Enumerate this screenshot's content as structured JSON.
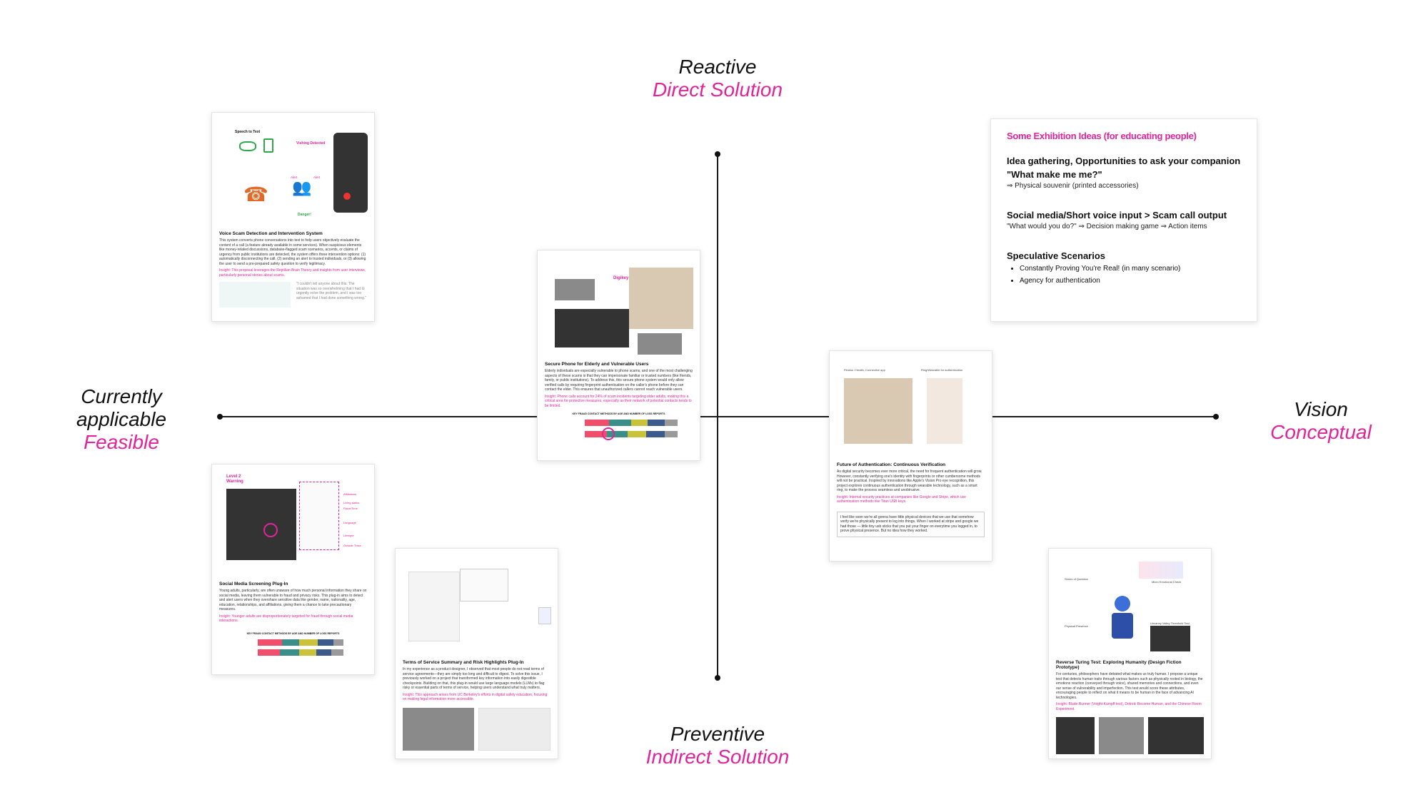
{
  "axes": {
    "top": {
      "main": "Reactive",
      "sub": "Direct Solution"
    },
    "bottom": {
      "main": "Preventive",
      "sub": "Indirect Solution"
    },
    "left": {
      "line1": "Currently",
      "line2": "applicable",
      "sub": "Feasible"
    },
    "right": {
      "main": "Vision",
      "sub": "Conceptual"
    }
  },
  "colors": {
    "accent": "#e0249a",
    "axis": "#1a1a1a"
  },
  "cards": {
    "voice_scam": {
      "title": "Voice Scam Detection and Intervention System",
      "labels": {
        "speech": "Speech to Text",
        "vishing": "Vishing Detected",
        "alert1": "Alert",
        "alert2": "Alert",
        "danger": "Danger!"
      },
      "body": "This system converts phone conversations into text to help users objectively evaluate the content of a call (a feature already available in some services). When suspicious elements like money-related discussions, database-flagged scam scenarios, accents, or claims of urgency from public institutions are detected, the system offers three intervention options: (1) automatically disconnecting the call, (2) sending an alert to trusted individuals, or (3) allowing the user to send a pre-prepared safety question to verify legitimacy.",
      "insight": "Insight: This proposal leverages the Reptilian Brain Theory and insights from user interviews, particularly personal stories about scams.",
      "quote": "\"I couldn't tell anyone about this. The situation was so overwhelming that I had to urgently solve the problem, and I was too ashamed that I had done something wrong.\""
    },
    "secure_phone": {
      "title": "Secure Phone for Elderly and Vulnerable Users",
      "tag": "Digikey",
      "body": "Elderly individuals are especially vulnerable to phone scams, and one of the most challenging aspects of these scams is that they can impersonate familiar or trusted numbers (like friends, family, or public institutions). To address this, this secure phone system would only allow verified calls by requiring fingerprint authentication on the caller's phone before they can contact the elder. This ensures that unauthorized callers cannot reach vulnerable users.",
      "insight": "Insight: Phone calls account for 24% of scam incidents targeting older adults, making this a critical area for protective measures, especially as their network of potential contacts tends to be limited.",
      "chart_title": "KEY FRAUD CONTACT METHODS BY AGE AND NUMBER OF LOSS REPORTS"
    },
    "social_media": {
      "title": "Social Media Screening Plug-In",
      "warning": "Level 2 Warning",
      "tags": [
        "Affiliations",
        "Living status",
        "Place/Time",
        "Language",
        "Lifestyle",
        "Outside Trace"
      ],
      "body": "Young adults, particularly, are often unaware of how much personal information they share on social media, leaving them vulnerable to fraud and privacy risks. This plug-in aims to detect and alert users when they overshare sensitive data like gender, name, nationality, age, education, relationships, and affiliations, giving them a chance to take precautionary measures.",
      "insight": "Insight: Younger adults are disproportionately targeted for fraud through social media interactions.",
      "chart_title": "KEY FRAUD CONTACT METHODS BY AGE AND NUMBER OF LOSS REPORTS"
    },
    "terms": {
      "title": "Terms of Service Summary and Risk Highlights Plug-In",
      "body": "In my experience as a product designer, I observed that most people do not read terms of service agreements—they are simply too long and difficult to digest. To solve this issue, I previously worked on a project that transformed key information into easily digestible checkpoints. Building on that, this plug-in would use large language models (LLMs) to flag risky or essential parts of terms of service, helping users understand what truly matters.",
      "insight": "Insight: This approach arises from UC Berkeley's efforts in digital safety education, focusing on making legal information more accessible."
    },
    "auth": {
      "title": "Future of Authentication: Continuous Verification",
      "label1": "Fitness / Health, Connective app",
      "label2": "Ring/Wearable for authentication",
      "body": "As digital security becomes ever more critical, the need for frequent authentication will grow. However, constantly verifying one's identity with fingerprints or other cumbersome methods will not be practical. Inspired by innovations like Apple's Vision Pro eye recognition, this project explores continuous authentication through wearable technology, such as a smart ring, to make the process seamless and unobtrusive.",
      "insight": "Insight: Internal security practices at companies like Google and Stripe, which use authentication methods like Titan USB keys.",
      "quote": "I feel like soon we're all gonna have little physical devices that we use that somehow verify we're physically present to log into things. When I worked at stripe and google we had those — little tiny usb sticks that you put your finger on everytime you logged in, to prove physical presence. But no idea how they worked."
    },
    "turing": {
      "title": "Reverse Turing Test: Exploring Humanity (Design Fiction Prototype)",
      "body": "For centuries, philosophers have debated what makes us truly human. I propose a unique test that detects human traits through various factors such as physically rooted in biology, the emotions reaction (conveyed through voice), shared memories and connections, and even our sense of vulnerability and imperfection. This test would score these attributes, encouraging people to reflect on what it means to be human in the face of advancing AI technologies.",
      "insight": "Insight: Blade Runner (Voight-Kampff test), Detroit: Become Human, and the Chinese Room Experiment.",
      "labels": {
        "left": "Series of Question",
        "right": "Micro Emotional Check",
        "bottom_left": "Physical Presence",
        "bottom_right": "Uncanny Valley Threshold Test"
      }
    }
  },
  "ideas": {
    "heading": "Some Exhibition Ideas (for educating people)",
    "s1_title1": "Idea gathering, Opportunities to ask your companion",
    "s1_title2": "\"What make me me?\"",
    "s1_sub": "⇒ Physical souvenir (printed accessories)",
    "s2_title": "Social media/Short voice input > Scam call output",
    "s2_sub": "\"What would you do?\" ⇒ Decision making game ⇒ Action items",
    "s3_title": "Speculative Scenarios",
    "s3_items": [
      "Constantly Proving You're Real! (in many scenario)",
      "Agency for authentication"
    ]
  }
}
